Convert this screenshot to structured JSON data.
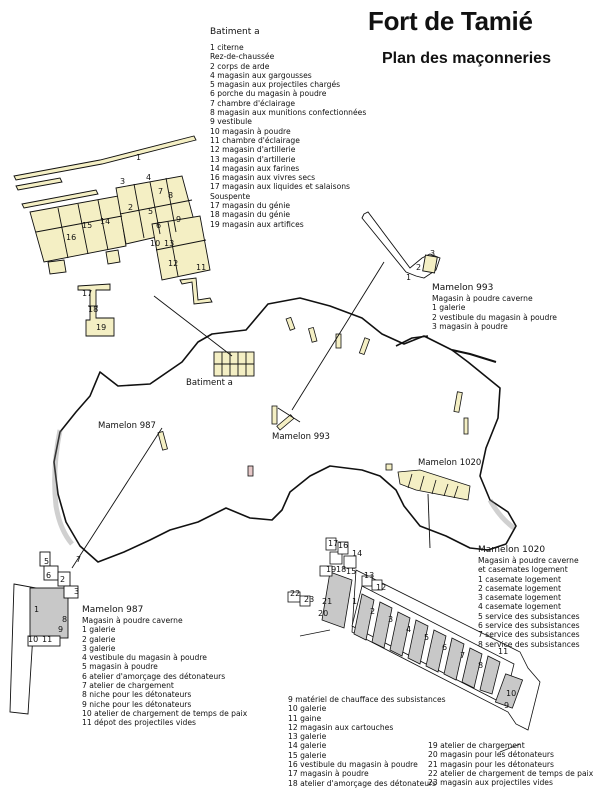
{
  "title": "Fort de Tamié",
  "subtitle": "Plan des maçonneries",
  "colors": {
    "masonry_fill": "#f4efc4",
    "magazine_grey": "#c8c8c8",
    "line": "#111111"
  },
  "map_labels": {
    "batiment_a": "Batiment a",
    "mamelon_993": "Mamelon 993",
    "mamelon_987": "Mamelon 987",
    "mamelon_1020": "Mamelon 1020"
  },
  "batiment_a": {
    "title": "Batiment a",
    "items": [
      "1 citerne",
      "Rez-de-chaussée",
      "2 corps de arde",
      "4 magasin aux gargousses",
      "5 magasin aux projectiles chargés",
      "6 porche du magasin à poudre",
      "7 chambre d'éclairage",
      "8 magasin aux munitions confectionnées",
      "9  vestibule",
      "10 magasin à poudre",
      "11 chambre d'éclairage",
      "12 magasin d'artillerie",
      "13 magasin d'artillerie",
      "14 magasin aux farines",
      "16 magasin aux vivres secs",
      "17 magasin aux liquides et salaisons",
      "Souspente",
      "17 magasin du génie",
      "18 magasin du génie",
      "19 magasin aux artifices"
    ]
  },
  "mamelon_993": {
    "title": "Mamelon 993",
    "items": [
      "Magasin à poudre caverne",
      "1 galerie",
      "2 vestibule du magasin à poudre",
      "3 magasin à poudre"
    ]
  },
  "mamelon_987": {
    "title": "Mamelon 987",
    "items": [
      "Magasin à poudre caverne",
      "1 galerie",
      "2 galerie",
      "3 galerie",
      "4 vestibule du magasin à poudre",
      "5 magasin à poudre",
      "6 atelier d'amorçage des détonateurs",
      "7 atelier de chargement",
      "8 niche pour les détonateurs",
      "9 niche pour les détonateurs",
      "10 atelier de chargement de temps de paix",
      "11 dépot des projectiles vides"
    ]
  },
  "mamelon_1020": {
    "title": "Mamelon 1020",
    "items": [
      "Magasin à poudre caverne",
      "et casemates logement",
      "1 casemate logement",
      "2 casemate logement",
      "3 casemate logement",
      "4 casemate logement",
      "5 service des subsistances",
      "6 service des subsistances",
      "7 service des subsistances",
      "8 service des subsistances"
    ],
    "items_b": [
      "9 matériel de chaufface des subsistances",
      "10 galerie",
      "11 gaine",
      "12 magasin aux cartouches",
      "13 galerie",
      "14 galerie",
      "15 galerie",
      "16 vestibule du magasin à poudre",
      "17 magasin à poudre",
      "18 atelier d'amorçage des détonateurs"
    ],
    "items_c": [
      "19 atelier de chargement",
      "20 magasin pour les détonateurs",
      "21 magasin pour les détonateurs",
      "22 atelier de chargement de temps de paix",
      "23 magasin aux projectiles vides"
    ]
  }
}
